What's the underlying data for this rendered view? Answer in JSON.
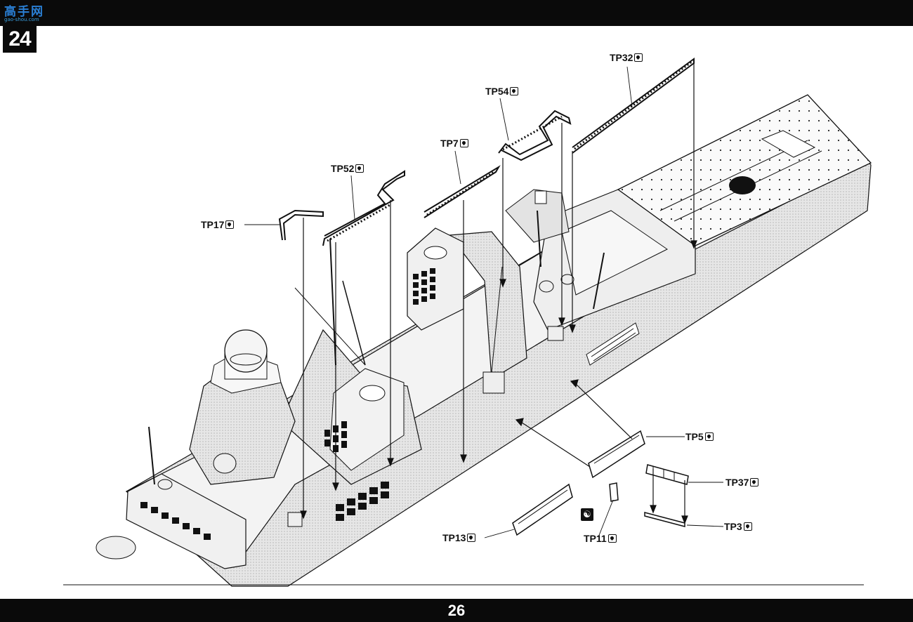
{
  "header": {
    "logo_glyphs": "高手网",
    "logo_url": "gao-shou.com"
  },
  "step": {
    "number": "24"
  },
  "footer": {
    "page_number": "26"
  },
  "parts": [
    {
      "id": "tp17",
      "label": "TP17",
      "icon": "caution-icon"
    },
    {
      "id": "tp52",
      "label": "TP52",
      "icon": "caution-icon"
    },
    {
      "id": "tp7",
      "label": "TP7",
      "icon": "caution-icon"
    },
    {
      "id": "tp54",
      "label": "TP54",
      "icon": "caution-icon"
    },
    {
      "id": "tp32",
      "label": "TP32",
      "icon": "caution-icon"
    },
    {
      "id": "tp5",
      "label": "TP5",
      "icon": "caution-icon"
    },
    {
      "id": "tp37",
      "label": "TP37",
      "icon": "caution-icon"
    },
    {
      "id": "tp3",
      "label": "TP3",
      "icon": "caution-icon"
    },
    {
      "id": "tp11",
      "label": "TP11",
      "icon": "caution-icon"
    },
    {
      "id": "tp13",
      "label": "TP13",
      "icon": "caution-icon"
    }
  ],
  "symbols": {
    "bend_symbol": "☯"
  }
}
